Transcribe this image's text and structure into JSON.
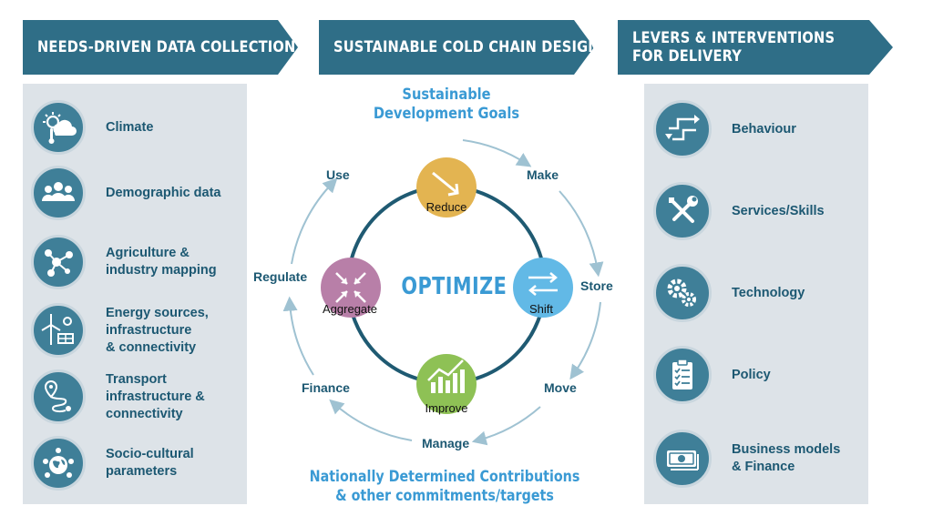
{
  "banners": {
    "left": "NEEDS-DRIVEN DATA COLLECTION",
    "center": "SUSTAINABLE COLD CHAIN DESIGN",
    "right_line1": "LEVERS & INTERVENTIONS",
    "right_line2": "FOR DELIVERY"
  },
  "left_items": [
    {
      "label": "Climate",
      "icon": "climate-icon"
    },
    {
      "label": "Demographic data",
      "icon": "people-icon"
    },
    {
      "label": "Agriculture &\nindustry mapping",
      "icon": "network-icon"
    },
    {
      "label": "Energy sources,\ninfrastructure\n& connectivity",
      "icon": "energy-icon"
    },
    {
      "label": "Transport\ninfrastructure &\nconnectivity",
      "icon": "route-icon"
    },
    {
      "label": "Socio-cultural\nparameters",
      "icon": "globe-people-icon"
    }
  ],
  "right_items": [
    {
      "label": "Behaviour",
      "icon": "arrows-icon"
    },
    {
      "label": "Services/Skills",
      "icon": "tools-icon"
    },
    {
      "label": "Technology",
      "icon": "gears-icon"
    },
    {
      "label": "Policy",
      "icon": "clipboard-icon"
    },
    {
      "label": "Business models\n& Finance",
      "icon": "money-icon"
    }
  ],
  "center": {
    "top_goal_line1": "Sustainable",
    "top_goal_line2": "Development Goals",
    "bottom_goal_line1": "Nationally Determined Contributions",
    "bottom_goal_line2": "& other commitments/targets",
    "optimize": "OPTIMIZE",
    "stages": {
      "use": "Use",
      "make": "Make",
      "store": "Store",
      "move": "Move",
      "manage": "Manage",
      "finance": "Finance",
      "regulate": "Regulate"
    },
    "nodes": {
      "reduce": "Reduce",
      "shift": "Shift",
      "improve": "Improve",
      "aggregate": "Aggregate"
    }
  },
  "colors": {
    "banner": "#2f6e87",
    "panel": "#dde3e8",
    "icon_circle": "#3f7f98",
    "label": "#1c5872",
    "goal_text": "#3a9ad4",
    "ring": "#1f5a72",
    "arrows": "#9fc2d2",
    "reduce": "#e3b451",
    "shift": "#62b9e6",
    "improve": "#8ec155",
    "aggregate": "#b87fa8"
  }
}
